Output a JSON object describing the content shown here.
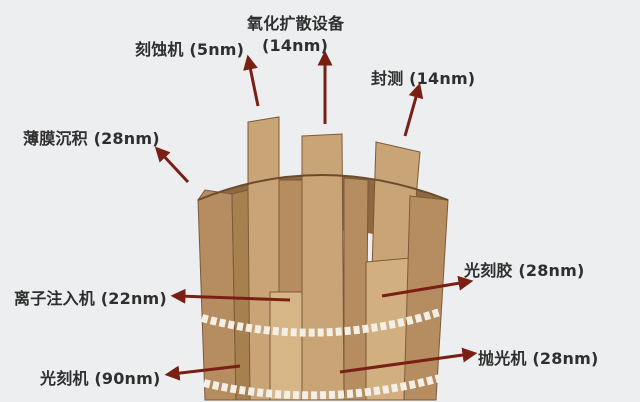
{
  "labels": {
    "oxidation": "氧化扩散设备",
    "etching": "刻蚀机 (5nm)",
    "oxidation_value": "(14nm)",
    "sealing": "封测 (14nm)",
    "thin_film": "薄膜沉积 (28nm)",
    "photoresist": "光刻胶 (28nm)",
    "ion_implant": "离子注入机 (22nm)",
    "polishing": "抛光机 (28nm)",
    "lithography": "光刻机 (90nm)"
  },
  "colors": {
    "background": "#eceef0",
    "arrow": "#7a1f14",
    "wood_light": "#c9a477",
    "wood_mid": "#b58d60",
    "wood_dark": "#8d6841",
    "rope": "#f4efe6"
  }
}
